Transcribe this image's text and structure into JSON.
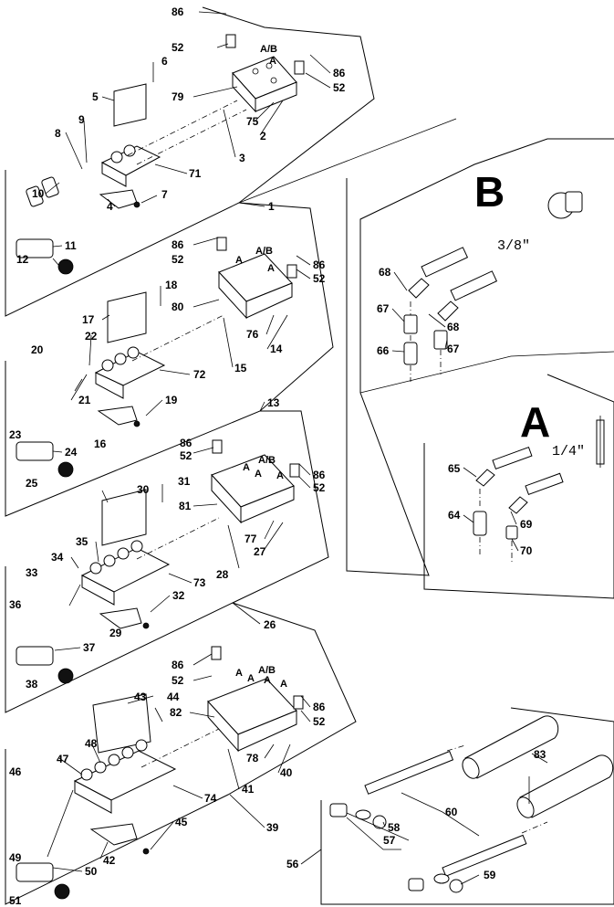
{
  "inset_b": {
    "letter": "B",
    "size": "3/8\""
  },
  "inset_a": {
    "letter": "A",
    "size": "1/4\""
  },
  "markers": {
    "a": "A",
    "ab": "A/B"
  },
  "callouts": {
    "c1": "1",
    "c2": "2",
    "c3": "3",
    "c4": "4",
    "c5": "5",
    "c6": "6",
    "c7": "7",
    "c8": "8",
    "c9": "9",
    "c10": "10",
    "c11": "11",
    "c12": "12",
    "c13": "13",
    "c14": "14",
    "c15": "15",
    "c16": "16",
    "c17": "17",
    "c18": "18",
    "c19": "19",
    "c20": "20",
    "c21": "21",
    "c22": "22",
    "c23": "23",
    "c24": "24",
    "c25": "25",
    "c26": "26",
    "c27": "27",
    "c28": "28",
    "c29": "29",
    "c30": "30",
    "c31": "31",
    "c32": "32",
    "c33": "33",
    "c34": "34",
    "c35": "35",
    "c36": "36",
    "c37": "37",
    "c38": "38",
    "c39": "39",
    "c40": "40",
    "c41": "41",
    "c42": "42",
    "c43": "43",
    "c44": "44",
    "c45": "45",
    "c46": "46",
    "c47": "47",
    "c48": "48",
    "c49": "49",
    "c50": "50",
    "c51": "51",
    "c52": "52",
    "c56": "56",
    "c57": "57",
    "c58": "58",
    "c59": "59",
    "c60": "60",
    "c64": "64",
    "c65": "65",
    "c66": "66",
    "c67": "67",
    "c68": "68",
    "c69": "69",
    "c70": "70",
    "c71": "71",
    "c72": "72",
    "c73": "73",
    "c74": "74",
    "c75": "75",
    "c76": "76",
    "c77": "77",
    "c78": "78",
    "c79": "79",
    "c80": "80",
    "c81": "81",
    "c82": "82",
    "c83": "83",
    "c86": "86"
  }
}
